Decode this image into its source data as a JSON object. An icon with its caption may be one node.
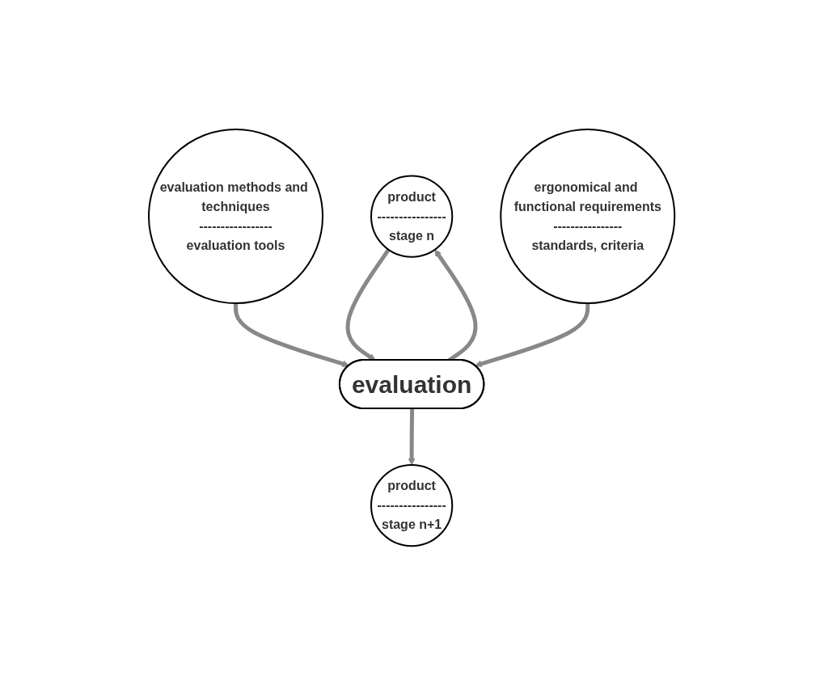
{
  "diagram": {
    "nodes": [
      {
        "text": [
          "product",
          "----------------",
          "stage n"
        ]
      },
      {
        "text": [
          "evaluation methods and techniques",
          "-----------------",
          "evaluation tools"
        ]
      },
      {
        "text": [
          "evaluation"
        ]
      },
      {
        "text": [
          "ergonomical and functional requirements",
          "----------------",
          "standards, criteria"
        ]
      },
      {
        "text": [
          "product",
          "----------------",
          "stage n+1"
        ]
      }
    ],
    "edges": [
      {
        "from": 0,
        "to": 2,
        "arrow": "to"
      },
      {
        "from": 2,
        "to": 0,
        "arrow": "to"
      },
      {
        "from": 1,
        "to": 2,
        "arrow": "to"
      },
      {
        "from": 3,
        "to": 2,
        "arrow": "to"
      },
      {
        "from": 2,
        "to": 4,
        "arrow": "to"
      }
    ]
  }
}
